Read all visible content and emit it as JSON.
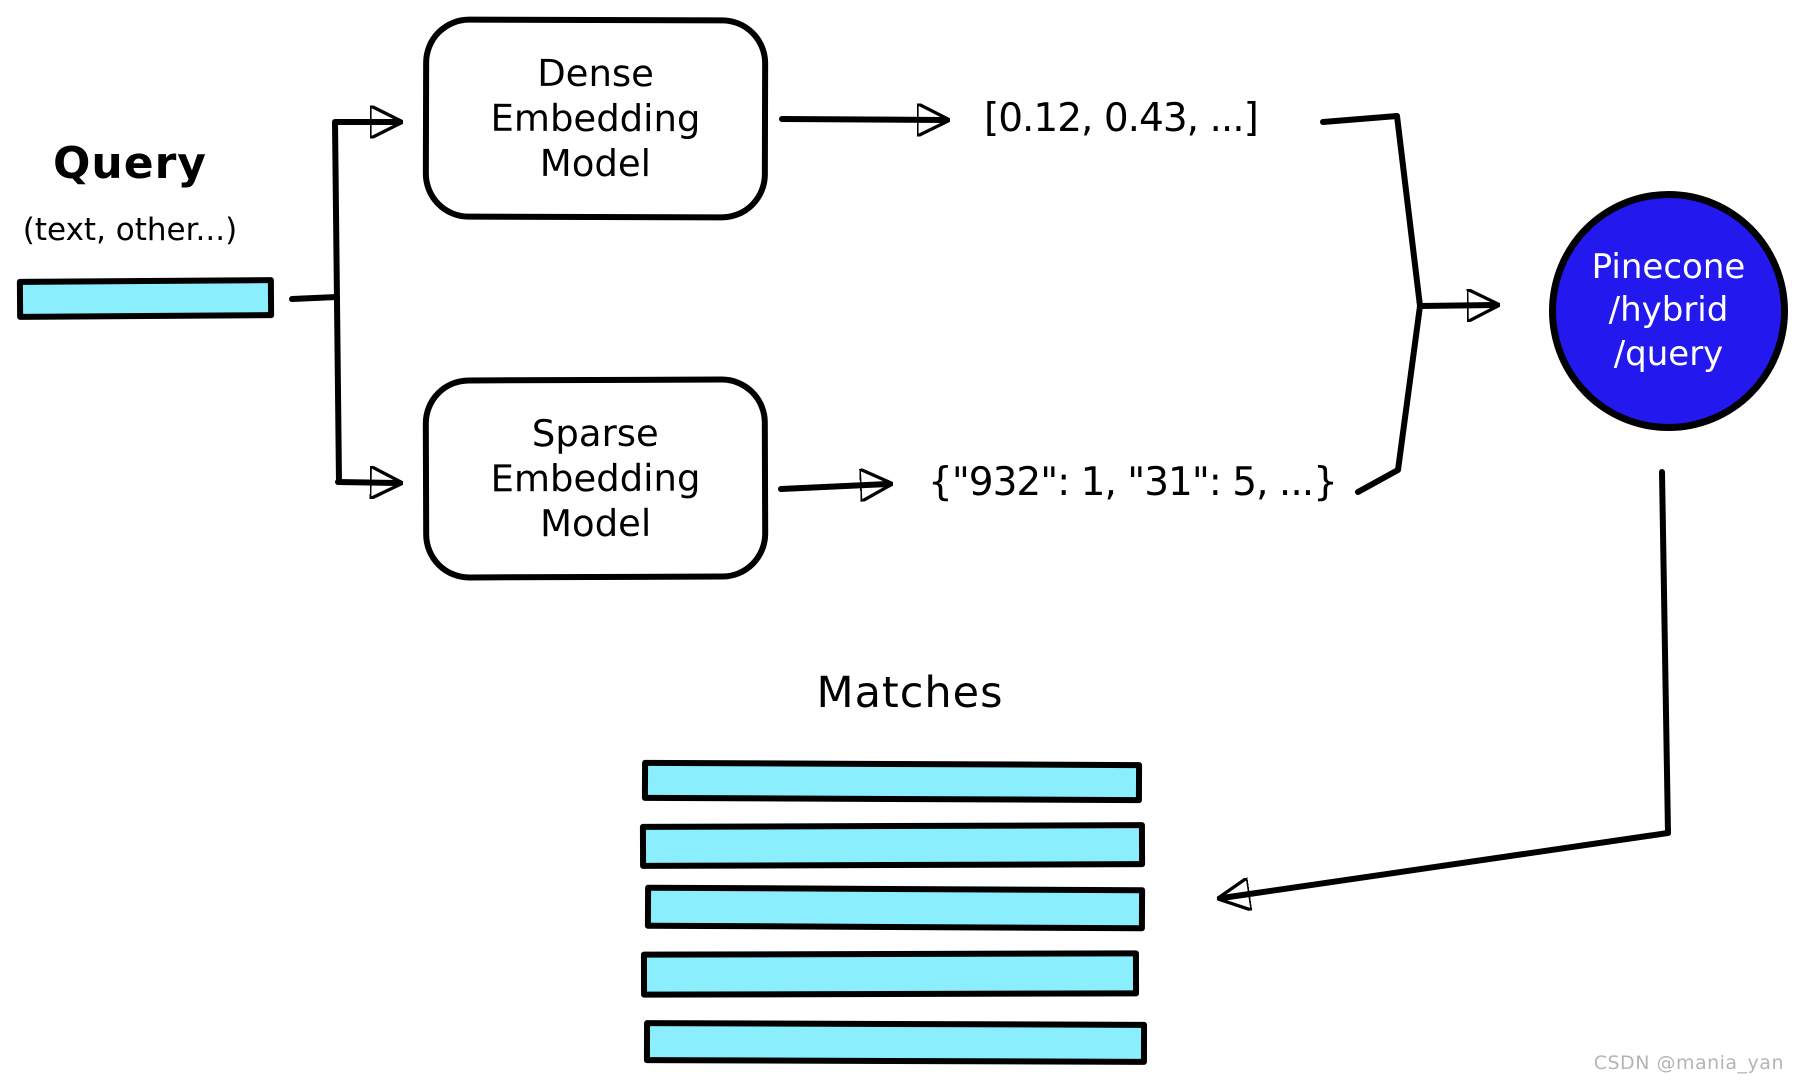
{
  "query": {
    "title": "Query",
    "subtitle": "(text, other...)"
  },
  "dense_model": {
    "label": "Dense\nEmbedding\nModel"
  },
  "sparse_model": {
    "label": "Sparse\nEmbedding\nModel"
  },
  "dense_output": {
    "value": "[0.12, 0.43, ...]"
  },
  "sparse_output": {
    "value": "{\"932\": 1, \"31\": 5, ...}"
  },
  "pinecone": {
    "label": "Pinecone\n/hybrid\n/query"
  },
  "matches": {
    "title": "Matches",
    "bar_count": 5
  },
  "watermark": {
    "text": "CSDN @mania_yan"
  },
  "colors": {
    "bar_fill": "#8aeefc",
    "pinecone_fill": "#2318ee",
    "stroke": "#000000",
    "pinecone_text": "#ffffff",
    "watermark": "#b5b5b5"
  }
}
